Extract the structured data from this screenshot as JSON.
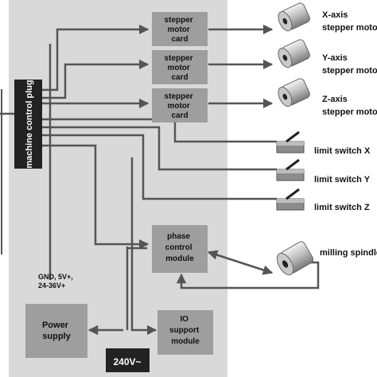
{
  "nodes": {
    "plug": "machine control plug",
    "card_x": [
      "stepper",
      "motor",
      "card"
    ],
    "card_y": [
      "stepper",
      "motor",
      "card"
    ],
    "card_z": [
      "stepper",
      "motor",
      "card"
    ],
    "phase": [
      "phase",
      "control",
      "module"
    ],
    "power": [
      "Power",
      "supply"
    ],
    "io": [
      "IO",
      "support",
      "module"
    ],
    "mains": "240V~",
    "gnd": [
      "GND, 5V+,",
      "24-36V+"
    ]
  },
  "devices": {
    "motor_x": [
      "X-axis",
      "stepper motor"
    ],
    "motor_y": [
      "Y-axis",
      "stepper motor"
    ],
    "motor_z": [
      "Z-axis",
      "stepper motor"
    ],
    "switch_x": "limit switch X",
    "switch_y": "limit switch Y",
    "switch_z": "limit switch Z",
    "spindle": "milling spindle"
  },
  "colors": {
    "enclosure": "#d9d9d9",
    "module": "#9e9e9e",
    "plug": "#222222",
    "wire": "#555555",
    "text": "#111111"
  }
}
